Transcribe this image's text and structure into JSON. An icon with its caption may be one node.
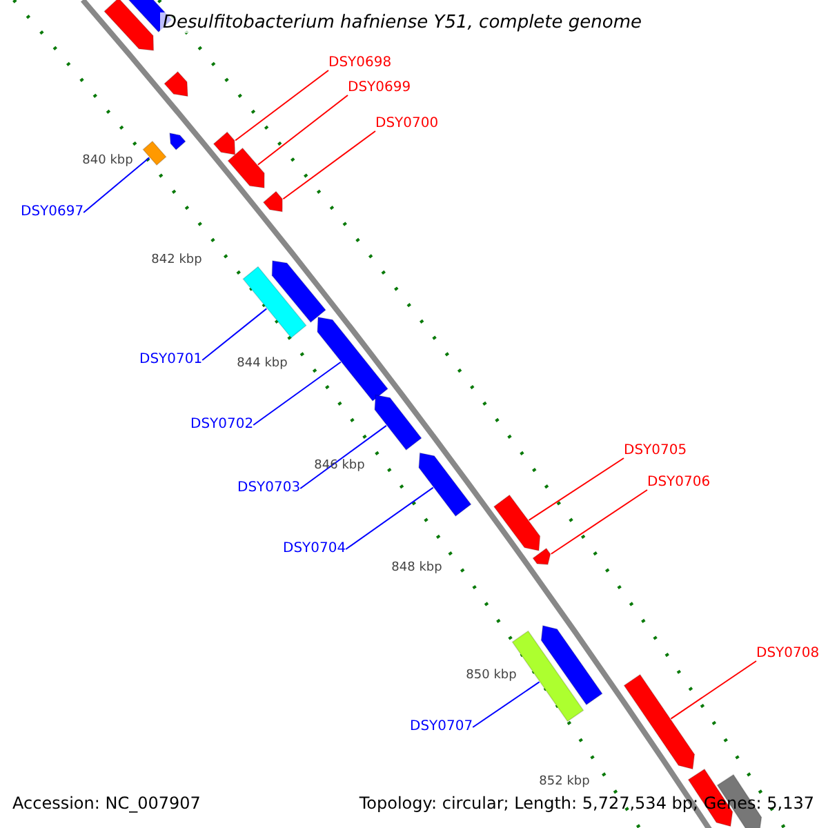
{
  "diagram": {
    "title": "Desulfitobacterium hafniense Y51, complete genome",
    "nodes": [
      {
        "text": [],
        "shape": "arrow"
      },
      {
        "text": [],
        "shape": "arrow"
      },
      {
        "text": [],
        "shape": "arrow"
      },
      {
        "text": [],
        "shape": "arrow"
      },
      {
        "text": [],
        "shape": "arrow"
      },
      {
        "text": [],
        "shape": "box"
      },
      {
        "text": [],
        "shape": "arrow"
      },
      {
        "text": [],
        "shape": "arrow"
      },
      {
        "text": [],
        "shape": "arrow"
      },
      {
        "text": [],
        "shape": "box"
      },
      {
        "text": [],
        "shape": "arrow"
      },
      {
        "text": [],
        "shape": "arrow"
      },
      {
        "text": [],
        "shape": "arrow"
      },
      {
        "text": [],
        "shape": "arrow"
      },
      {
        "text": [],
        "shape": "arrow"
      },
      {
        "text": [],
        "shape": "arrow"
      },
      {
        "text": [],
        "shape": "box"
      },
      {
        "text": [],
        "shape": "arrow"
      },
      {
        "text": [],
        "shape": "arrow"
      },
      {
        "text": [],
        "shape": "arrow"
      },
      {
        "text": [
          "DSY0698"
        ]
      },
      {
        "text": [
          "DSY0699"
        ]
      },
      {
        "text": [
          "DSY0700"
        ]
      },
      {
        "text": [
          "DSY0697"
        ]
      },
      {
        "text": [
          "DSY0701"
        ]
      },
      {
        "text": [
          "DSY0702"
        ]
      },
      {
        "text": [
          "DSY0703"
        ]
      },
      {
        "text": [
          "DSY0704"
        ]
      },
      {
        "text": [
          "DSY0705"
        ]
      },
      {
        "text": [
          "DSY0706"
        ]
      },
      {
        "text": [
          "DSY0707"
        ]
      },
      {
        "text": [
          "DSY0708"
        ]
      }
    ],
    "edges": [
      {
        "from": 20,
        "to": 4,
        "arrow": "none",
        "color": "#ff0000"
      },
      {
        "from": 21,
        "to": 6,
        "arrow": "none",
        "color": "#ff0000"
      },
      {
        "from": 22,
        "to": 7,
        "arrow": "none",
        "color": "#ff0000"
      },
      {
        "from": 23,
        "to": 5,
        "arrow": "none",
        "color": "#0000ff"
      },
      {
        "from": 24,
        "to": 9,
        "arrow": "none",
        "color": "#0000ff"
      },
      {
        "from": 25,
        "to": 10,
        "arrow": "none",
        "color": "#0000ff"
      },
      {
        "from": 26,
        "to": 11,
        "arrow": "none",
        "color": "#0000ff"
      },
      {
        "from": 27,
        "to": 12,
        "arrow": "none",
        "color": "#0000ff"
      },
      {
        "from": 28,
        "to": 13,
        "arrow": "none",
        "color": "#ff0000"
      },
      {
        "from": 29,
        "to": 14,
        "arrow": "none",
        "color": "#ff0000"
      },
      {
        "from": 30,
        "to": 16,
        "arrow": "none",
        "color": "#0000ff"
      },
      {
        "from": 31,
        "to": 17,
        "arrow": "none",
        "color": "#ff0000"
      }
    ],
    "labels": [
      "840 kbp",
      "842 kbp",
      "844 kbp",
      "846 kbp",
      "848 kbp",
      "850 kbp",
      "852 kbp",
      "Accession: NC_007907",
      "Topology: circular; Length: 5,727,534 bp; Genes: 5,137"
    ]
  }
}
